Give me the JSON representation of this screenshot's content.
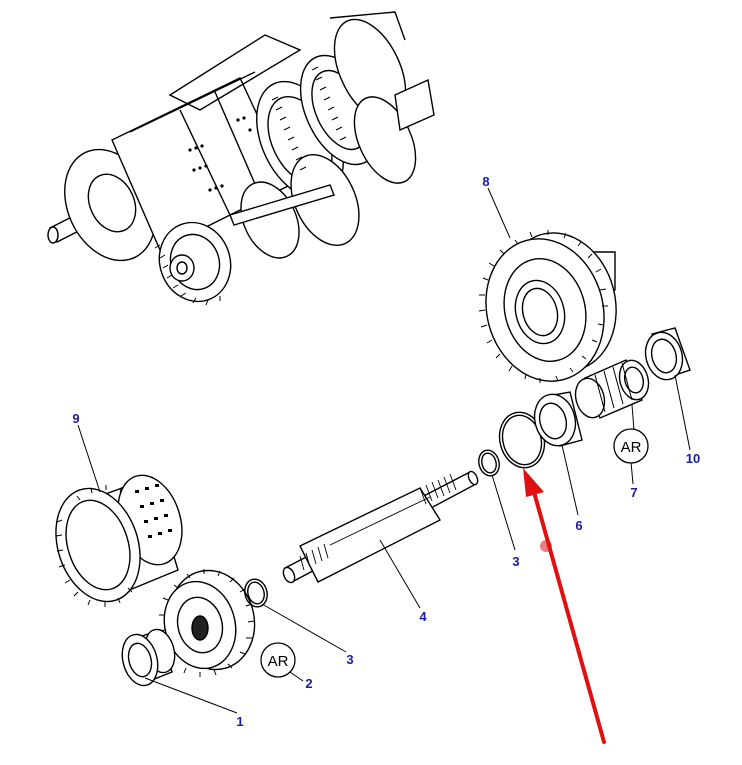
{
  "diagram": {
    "callouts": [
      {
        "id": "p1",
        "label": "1"
      },
      {
        "id": "p2",
        "label": "2"
      },
      {
        "id": "p3a",
        "label": "3"
      },
      {
        "id": "p3b",
        "label": "3"
      },
      {
        "id": "p4",
        "label": "4"
      },
      {
        "id": "p6",
        "label": "6"
      },
      {
        "id": "p7",
        "label": "7"
      },
      {
        "id": "p8",
        "label": "8"
      },
      {
        "id": "p9",
        "label": "9"
      },
      {
        "id": "p10",
        "label": "10"
      }
    ],
    "ar_badges": [
      {
        "id": "ar2",
        "label": "AR"
      },
      {
        "id": "ar7",
        "label": "AR"
      }
    ]
  },
  "colors": {
    "callout": "#1a1aa8",
    "line": "#000000",
    "arrow": "#e01010"
  }
}
